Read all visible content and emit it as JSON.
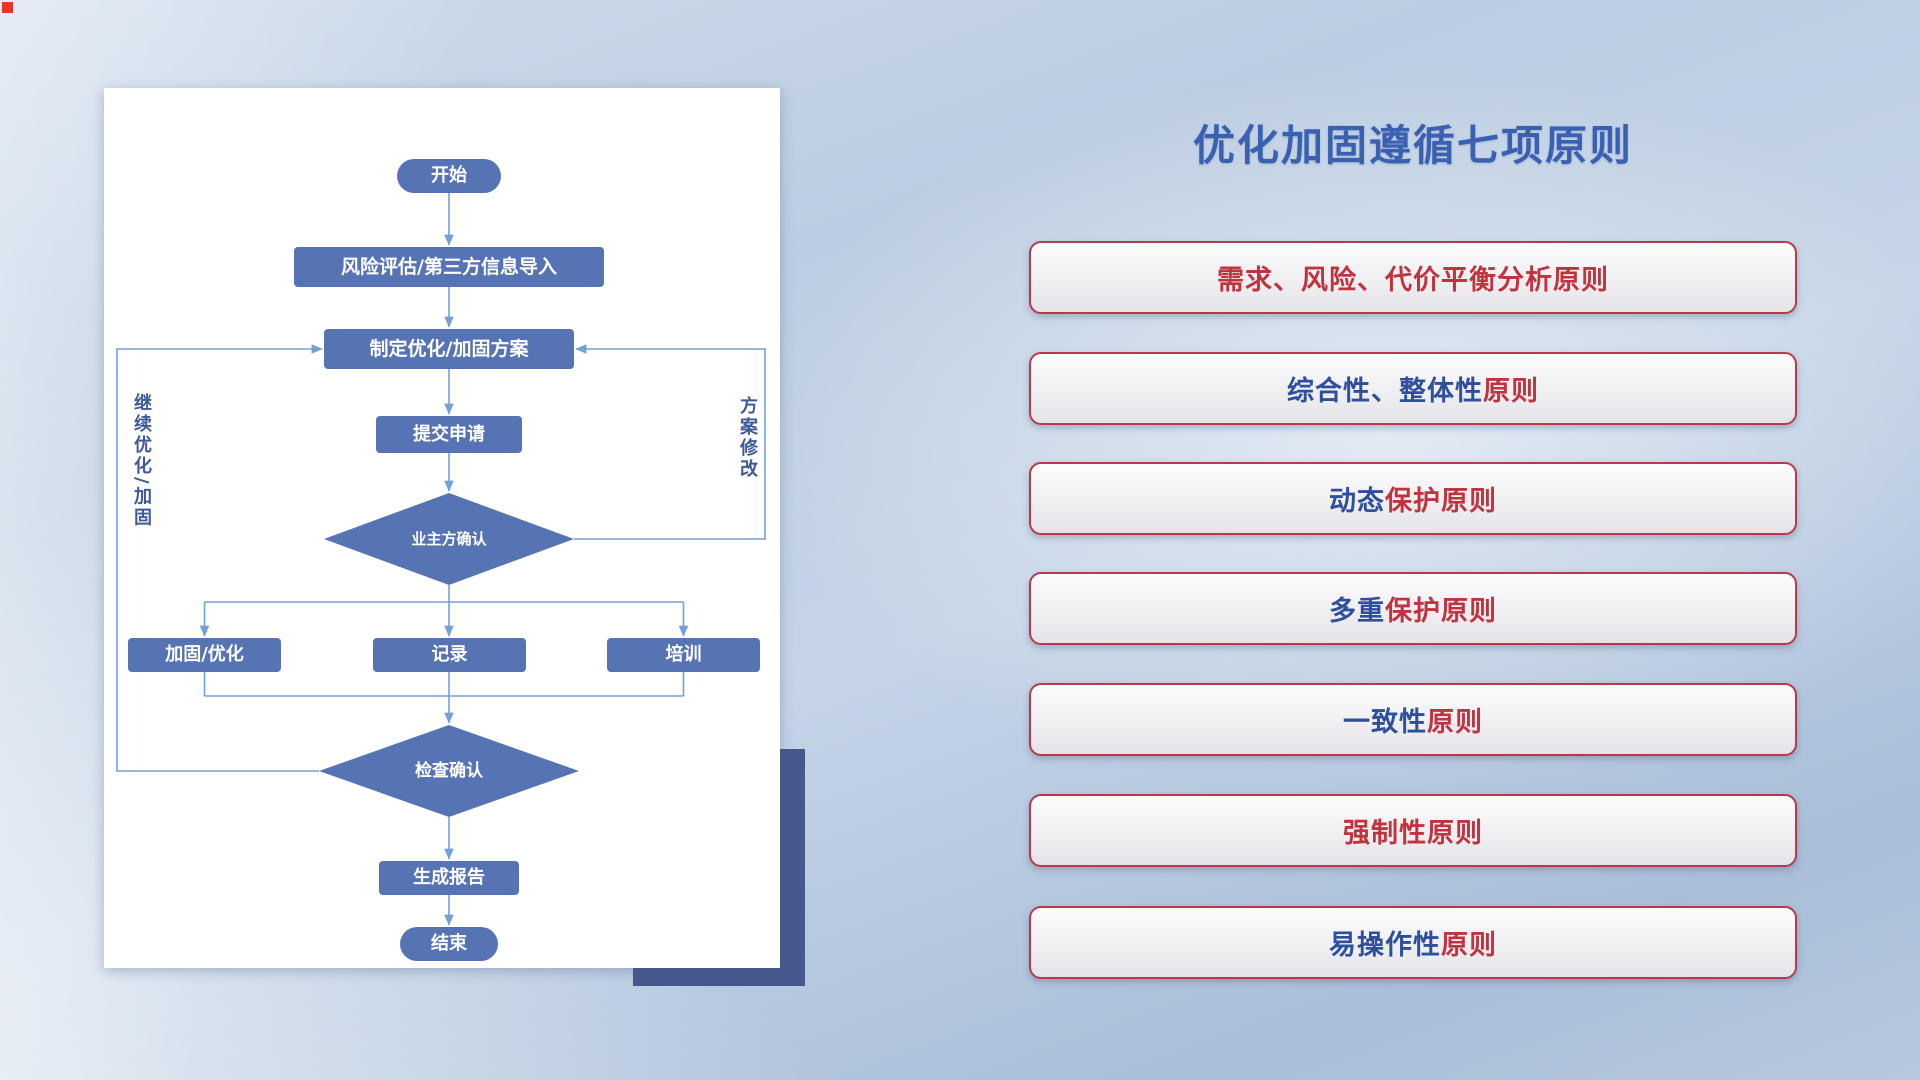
{
  "slide": {
    "title": "优化加固遵循七项原则"
  },
  "flowchart": {
    "nodes": {
      "start": "开始",
      "risk_import": "风险评估/第三方信息导入",
      "plan": "制定优化/加固方案",
      "submit": "提交申请",
      "owner_confirm": "业主方确认",
      "harden": "加固/优化",
      "record": "记录",
      "training": "培训",
      "check_confirm": "检查确认",
      "report": "生成报告",
      "end": "结束"
    },
    "labels": {
      "continue_loop": "继续优化/加固",
      "modify_loop": "方案修改"
    }
  },
  "principles": {
    "items": [
      {
        "blue": "",
        "red": "需求、风险、代价平衡分析原则"
      },
      {
        "blue": "综合性、整体性",
        "red": "原则"
      },
      {
        "blue": "动态",
        "red": "保护原则"
      },
      {
        "blue": "多重",
        "red": "保护原则"
      },
      {
        "blue": "一致性",
        "red": "原则"
      },
      {
        "blue": "",
        "red": "强制性原则"
      },
      {
        "blue": "易操作性",
        "red": "原则"
      }
    ]
  },
  "colors": {
    "accent_blue": "#2e4f9e",
    "accent_red": "#c0333f",
    "node_fill": "#5673b4",
    "connector": "#74a0d8",
    "card_shadow": "#46598f",
    "title_blue": "#3a60b2"
  }
}
